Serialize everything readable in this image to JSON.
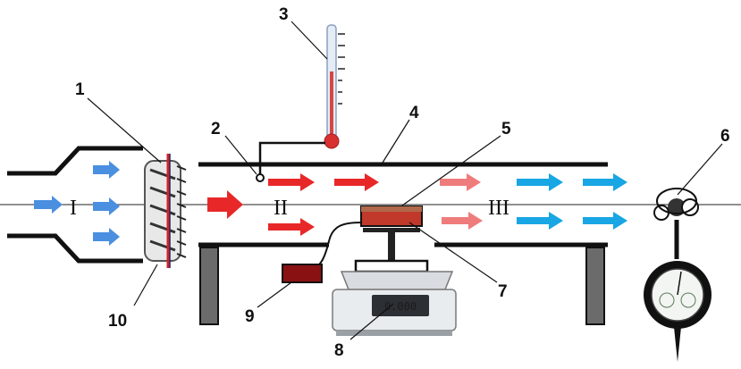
{
  "labels": {
    "n1": "1",
    "n2": "2",
    "n3": "3",
    "n4": "4",
    "n5": "5",
    "n6": "6",
    "n7": "7",
    "n8": "8",
    "n9": "9",
    "n10": "10"
  },
  "zones": {
    "z1": "I",
    "z2": "II",
    "z3": "III"
  },
  "scale_display": "0.000",
  "colors": {
    "inlet_arrow": "#4a8fe0",
    "heated_arrow": "#e82828",
    "cooling_arrow": "#ef7c7c",
    "outlet_arrow": "#18a6e4",
    "sample": "#c0392b",
    "sample_top": "#b0694a",
    "heater_box": "#8a1111",
    "stand": "#6b6b6b"
  }
}
